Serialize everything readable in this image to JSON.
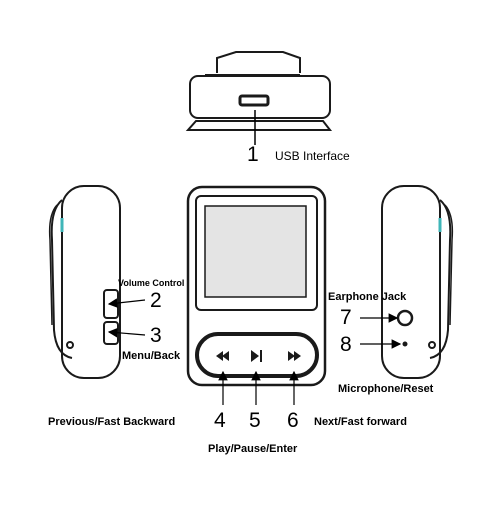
{
  "callouts": {
    "usb": {
      "number": "1",
      "label": "USB Interface"
    },
    "volume": {
      "number": "2",
      "label": "Volume Control"
    },
    "menu": {
      "number": "3",
      "label": "Menu/Back"
    },
    "previous": {
      "number": "4",
      "label": "Previous/Fast Backward"
    },
    "play": {
      "number": "5",
      "label": "Play/Pause/Enter"
    },
    "next": {
      "number": "6",
      "label": "Next/Fast forward"
    },
    "earphone": {
      "number": "7",
      "label": "Earphone Jack"
    },
    "microphone": {
      "number": "8",
      "label": "Microphone/Reset"
    }
  },
  "colors": {
    "outline": "#1a1a1a",
    "screen": "#e4e4e4",
    "accent": "#3fb6b8"
  },
  "icons": [
    "rewind-icon",
    "play-pause-icon",
    "fast-forward-icon"
  ]
}
